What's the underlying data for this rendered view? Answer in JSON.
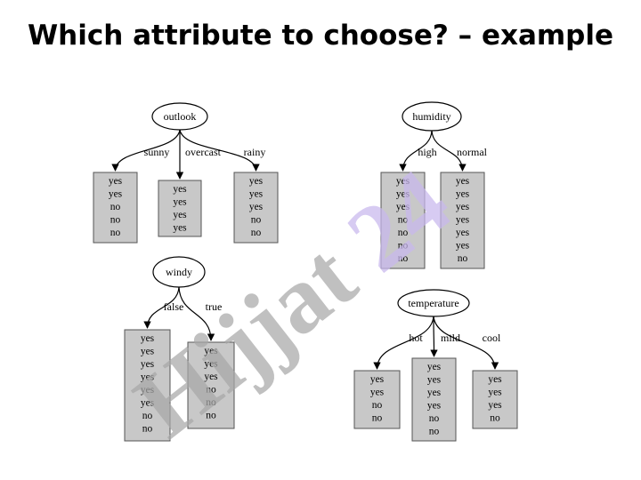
{
  "slide": {
    "title": "Which attribute to choose? – example"
  },
  "watermark": {
    "text": "Hijjat 24",
    "colors": {
      "text": "#a8a8a8",
      "digits": "#c9b8ee"
    }
  },
  "colors": {
    "leaf_fill": "#c8c8c8",
    "leaf_stroke": "#555555",
    "line": "#000000"
  },
  "trees": {
    "outlook": {
      "attribute": "outlook",
      "branches": [
        {
          "label": "sunny",
          "values": [
            "yes",
            "yes",
            "no",
            "no",
            "no"
          ]
        },
        {
          "label": "overcast",
          "values": [
            "yes",
            "yes",
            "yes",
            "yes"
          ]
        },
        {
          "label": "rainy",
          "values": [
            "yes",
            "yes",
            "yes",
            "no",
            "no"
          ]
        }
      ]
    },
    "humidity": {
      "attribute": "humidity",
      "branches": [
        {
          "label": "high",
          "values": [
            "yes",
            "yes",
            "yes",
            "no",
            "no",
            "no",
            "no"
          ]
        },
        {
          "label": "normal",
          "values": [
            "yes",
            "yes",
            "yes",
            "yes",
            "yes",
            "yes",
            "no"
          ]
        }
      ]
    },
    "windy": {
      "attribute": "windy",
      "branches": [
        {
          "label": "false",
          "values": [
            "yes",
            "yes",
            "yes",
            "yes",
            "yes",
            "yes",
            "no",
            "no"
          ]
        },
        {
          "label": "true",
          "values": [
            "yes",
            "yes",
            "yes",
            "no",
            "no",
            "no"
          ]
        }
      ]
    },
    "temperature": {
      "attribute": "temperature",
      "branches": [
        {
          "label": "hot",
          "values": [
            "yes",
            "yes",
            "no",
            "no"
          ]
        },
        {
          "label": "mild",
          "values": [
            "yes",
            "yes",
            "yes",
            "yes",
            "no",
            "no"
          ]
        },
        {
          "label": "cool",
          "values": [
            "yes",
            "yes",
            "yes",
            "no"
          ]
        }
      ]
    }
  }
}
